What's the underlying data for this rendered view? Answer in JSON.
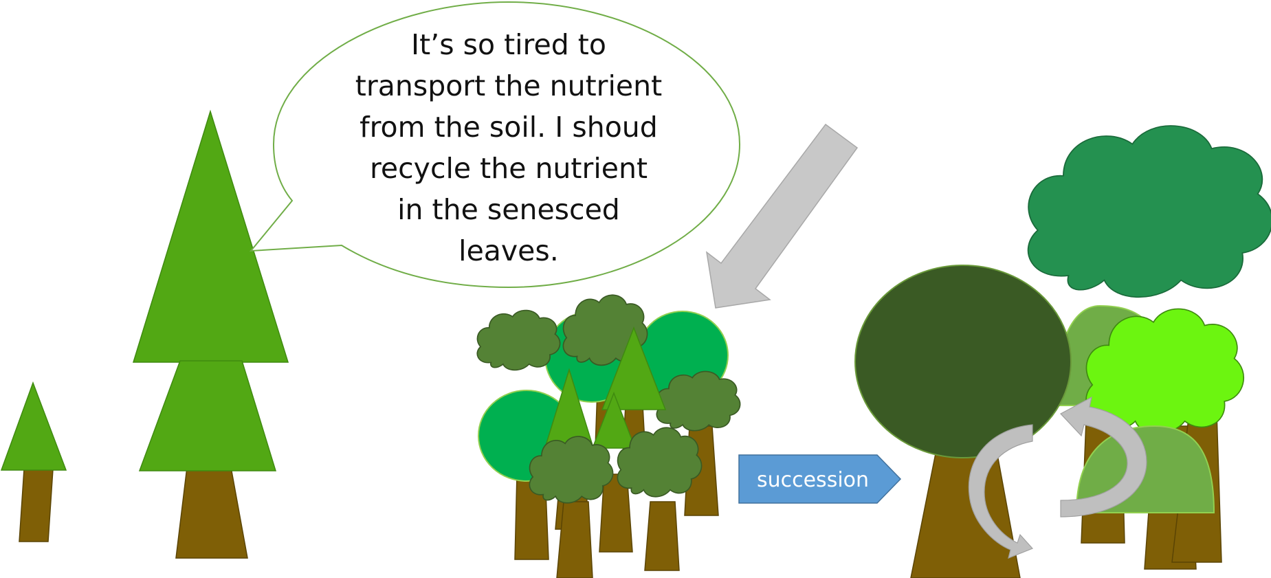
{
  "speech_bubble": {
    "lines": [
      "It’s so tired to",
      "transport the nutrient",
      "from the soil. I shoud",
      "recycle the nutrient",
      "in the senesced",
      "leaves."
    ]
  },
  "succession_label": "succession",
  "colors": {
    "trunk": "#7f5f06",
    "conifer": "#52a814",
    "bright_green": "#00b050",
    "olive_green": "#548235",
    "dark_canopy": "#3a5a24",
    "teal_canopy": "#249150",
    "lime": "#6cf510",
    "light_olive": "#70ad47",
    "arrow_grey": "#c8c8c8",
    "tag_blue": "#5b9bd5"
  },
  "icons": [
    "speech-bubble",
    "conifer-tree",
    "broadleaf-tree",
    "pointer-arrow",
    "succession-arrow",
    "nutrient-cycle-arrow"
  ]
}
